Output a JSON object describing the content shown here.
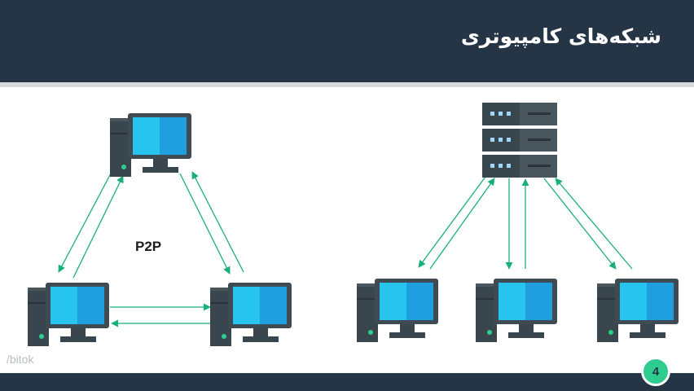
{
  "slide": {
    "title": "شبکه‌های کامپیوتری",
    "page_number": "4",
    "watermark": "/bitok"
  },
  "diagram": {
    "p2p_label": "P2P",
    "left_group": {
      "kind": "peer-to-peer",
      "nodes": [
        "computer-top",
        "computer-bottom-left",
        "computer-bottom-right"
      ]
    },
    "right_group": {
      "kind": "client-server",
      "nodes": [
        "server",
        "client-left",
        "client-center",
        "client-right"
      ]
    }
  },
  "colors": {
    "header_bg": "#253546",
    "arrow": "#18b07a",
    "monitor_frame": "#3f4b53",
    "screen_light": "#27c4f0",
    "screen_dark": "#1f9fe0",
    "tower": "#3a464d",
    "badge": "#2ecc8f"
  },
  "icons": [
    "desktop-computer-icon",
    "server-rack-icon"
  ]
}
